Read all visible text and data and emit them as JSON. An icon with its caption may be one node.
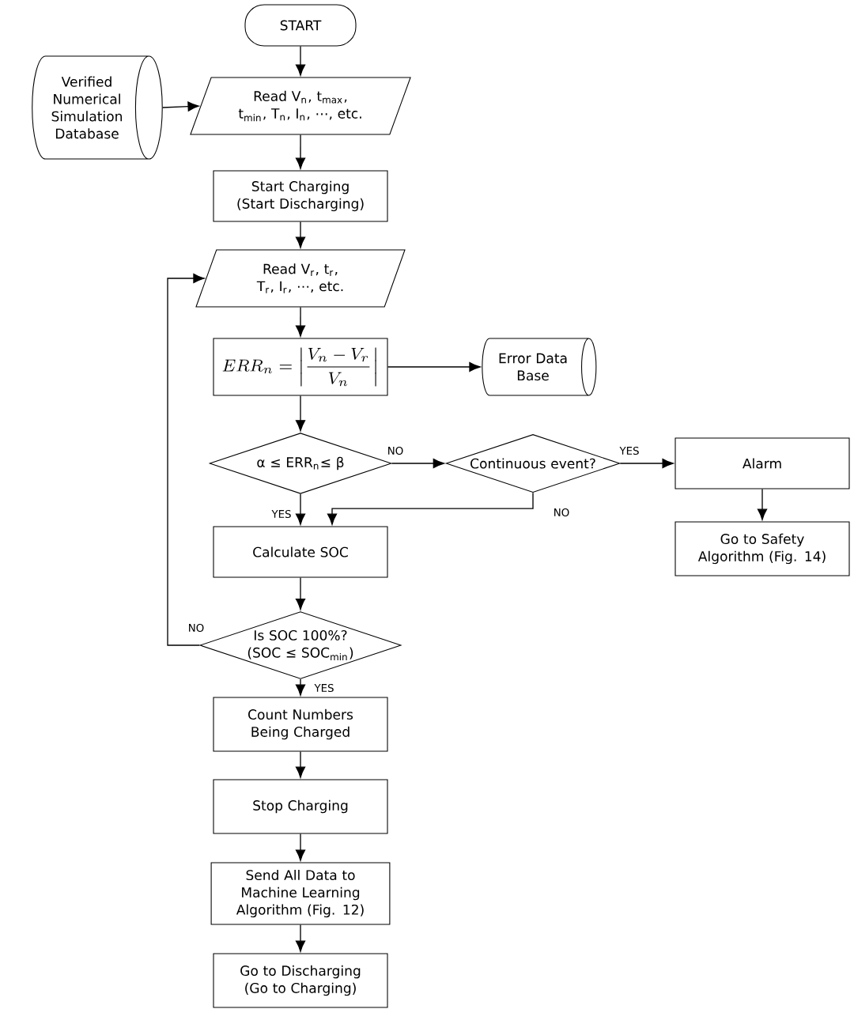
{
  "diagram": {
    "nodes": [
      {
        "text": [
          "START"
        ]
      },
      {
        "text": [
          "Verified Numerical Simulation Database"
        ]
      },
      {
        "text": [
          "Read V$_{n}$, t$_{max}$, t$_{min}$, T$_{n}$, I$_{n}$, ⋯, etc."
        ]
      },
      {
        "text": [
          "Start Charging (Start Discharging)"
        ]
      },
      {
        "text": [
          "Read V$_{r}$, t$_{r}$, T$_{r}$, I$_{r}$, ⋯, etc."
        ]
      },
      {
        "text": [
          "ERR_n = \\left|\\frac{V_n - V_r}{V_n}\\right|"
        ]
      },
      {
        "text": [
          "Error Data Base"
        ]
      },
      {
        "text": [
          "α ≤ ERR$_{n}$≤ β"
        ]
      },
      {
        "text": [
          "Continuous event?"
        ]
      },
      {
        "text": [
          "Alarm"
        ]
      },
      {
        "text": [
          "Go to Safety Algorithm (Fig. 14)"
        ]
      },
      {
        "text": [
          "Calculate SOC"
        ]
      },
      {
        "text": [
          "Is SOC 100%? (SOC ≤ SOC$_{min}$)"
        ]
      },
      {
        "text": [
          "Count Numbers Being Charged"
        ]
      },
      {
        "text": [
          "Stop Charging"
        ]
      },
      {
        "text": [
          "Send All Data to Machine Learning Algorithm (Fig. 12)"
        ]
      },
      {
        "text": [
          "Go to Discharging (Go to Charging)"
        ]
      }
    ],
    "edges": [
      {
        "from": 0,
        "to": 2,
        "arrow": "to"
      },
      {
        "from": 1,
        "to": 2,
        "arrow": "to"
      },
      {
        "from": 2,
        "to": 3,
        "arrow": "to"
      },
      {
        "from": 3,
        "to": 4,
        "arrow": "to"
      },
      {
        "from": 4,
        "to": 5,
        "arrow": "to"
      },
      {
        "from": 5,
        "to": 6,
        "arrow": "to"
      },
      {
        "from": 5,
        "to": 7,
        "arrow": "to"
      },
      {
        "from": 7,
        "to": 8,
        "arrow": "to",
        "label": "NO"
      },
      {
        "from": 8,
        "to": 9,
        "arrow": "to",
        "label": "YES"
      },
      {
        "from": 9,
        "to": 10,
        "arrow": "to"
      },
      {
        "from": 8,
        "to": 11,
        "arrow": "to",
        "label": "NO"
      },
      {
        "from": 7,
        "to": 11,
        "arrow": "to",
        "label": "YES"
      },
      {
        "from": 11,
        "to": 12,
        "arrow": "to"
      },
      {
        "from": 12,
        "to": 4,
        "arrow": "to",
        "label": "NO"
      },
      {
        "from": 12,
        "to": 13,
        "arrow": "to",
        "label": "YES"
      },
      {
        "from": 13,
        "to": 14,
        "arrow": "to"
      },
      {
        "from": 14,
        "to": 15,
        "arrow": "to"
      },
      {
        "from": 15,
        "to": 16,
        "arrow": "to"
      }
    ]
  }
}
